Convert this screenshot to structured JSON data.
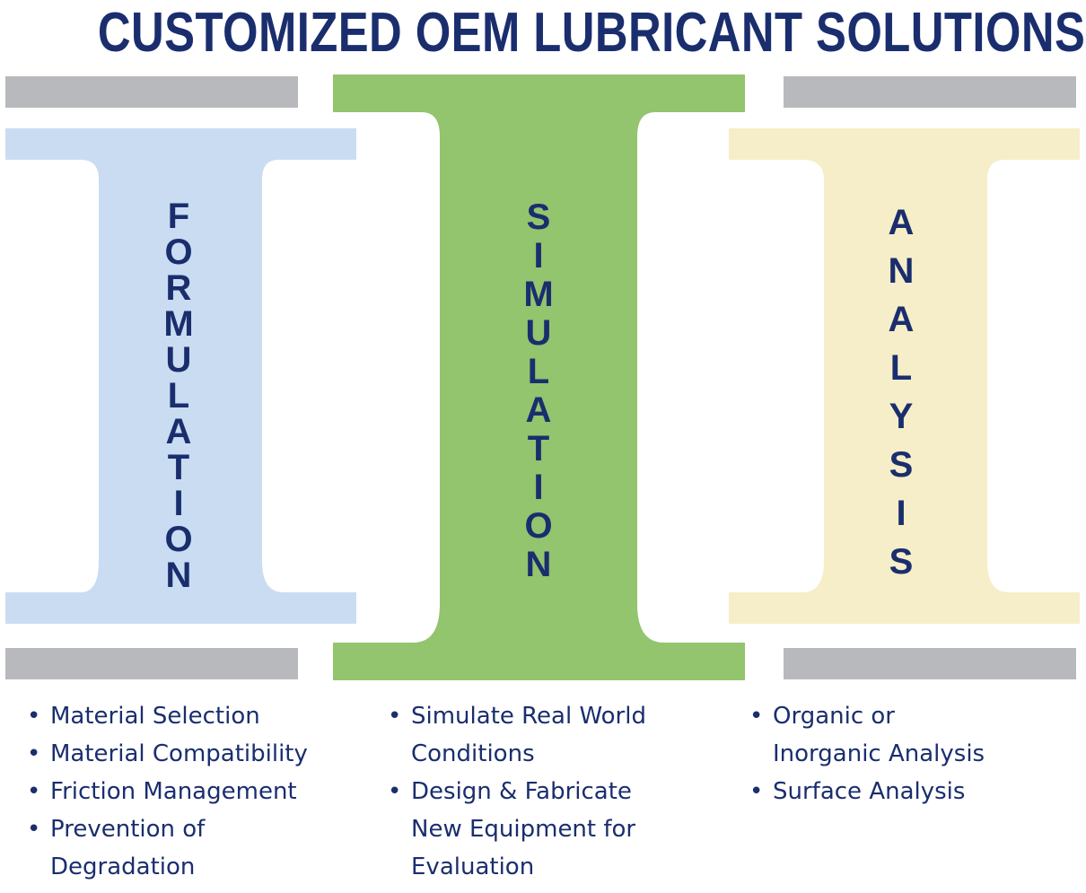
{
  "title": "CUSTOMIZED OEM LUBRICANT SOLUTIONS",
  "colors": {
    "title": "#1a2e6e",
    "gray_bar": "#b8b9bc",
    "formulation_fill": "#c9dcf2",
    "simulation_fill": "#93c46e",
    "analysis_fill": "#f5eec8"
  },
  "columns": [
    {
      "word": "FORMULATION",
      "letters": [
        "F",
        "O",
        "R",
        "M",
        "U",
        "L",
        "A",
        "T",
        "I",
        "O",
        "N"
      ],
      "bullets": [
        "Material Selection",
        "Material Compatibility",
        "Friction Management",
        "Prevention of Degradation"
      ]
    },
    {
      "word": "SIMULATION",
      "letters": [
        "S",
        "I",
        "M",
        "U",
        "L",
        "A",
        "T",
        "I",
        "O",
        "N"
      ],
      "bullets": [
        "Simulate Real World Conditions",
        "Design & Fabricate New Equipment for Evaluation"
      ]
    },
    {
      "word": "ANALYSIS",
      "letters": [
        "A",
        "N",
        "A",
        "L",
        "Y",
        "S",
        "I",
        "S"
      ],
      "bullets": [
        "Organic or Inorganic Analysis",
        "Surface Analysis"
      ]
    }
  ]
}
